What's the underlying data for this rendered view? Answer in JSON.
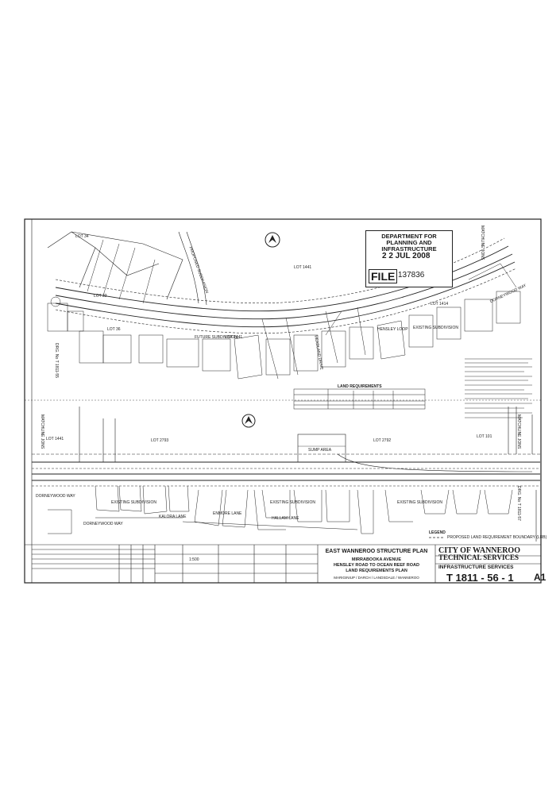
{
  "stamp": {
    "department": "DEPARTMENT FOR PLANNING AND INFRASTRUCTURE",
    "date": "2 2 JUL 2008",
    "file_label": "FILE",
    "file_number": "137836"
  },
  "labels": {
    "lot34": "LOT 34",
    "lot33": "LOT 33",
    "lot36": "LOT 36",
    "lot1441_top": "LOT 1441",
    "lot1414": "LOT 1414",
    "lot1441_mid": "LOT 1441",
    "future_subdivision": "FUTURE SUBDIVISION",
    "proposed_subdivision": "PROPOSED SUBDIVISION",
    "headland_drive": "HEADLAND DRIVE",
    "dorneywood_way_top": "DORNEYWOOD WAY",
    "existing_subdivision_top": "EXISTING SUBDIVISION",
    "hensley_loop": "HENSLEY LOOP",
    "matchline_jons_left": "MATCHLINE JONS",
    "matchline_jons_right": "MATCHLINE JONS",
    "drg_left": "DRG. No T 1811-55",
    "drg_right": "DRG. No T 1811-57",
    "lot2793": "LOT 2793",
    "lot2792": "LOT 2792",
    "lot101": "LOT 101",
    "lot1441_low": "LOT 1441",
    "dorneywood_way_low1": "DORNEYWOOD WAY",
    "dorneywood_way_low2": "DORNEYWOOD WAY",
    "existing_subdivision_1": "EXISTING SUBDIVISION",
    "existing_subdivision_2": "EXISTING SUBDIVISION",
    "existing_subdivision_3": "EXISTING SUBDIVISION",
    "kalora_lane": "KALORA LANE",
    "enmore_lane": "ENMORE LANE",
    "hallam_lane": "HALLAM LANE",
    "sump_area": "SUMP AREA",
    "legend": "LEGEND",
    "legend_item": "PROPOSED LAND REQUIREMENT BOUNDARY (LRB)",
    "land_requirements": "LAND REQUIREMENTS"
  },
  "title_block": {
    "line1": "EAST WANNEROO STRUCTURE PLAN",
    "line2": "MIRRABOOKA AVENUE",
    "line3": "HENSLEY ROAD TO OCEAN REEF ROAD",
    "line4": "LAND REQUIREMENTS PLAN",
    "line5": "MARIGINIUP / DARCH / LANDSDALE / WANNEROO"
  },
  "city_block": {
    "name": "CITY OF WANNEROO",
    "services": "TECHNICAL SERVICES",
    "dept": "INFRASTRUCTURE SERVICES",
    "drawing_no": "T 1811 - 56 - 1",
    "sheet_size": "A1"
  },
  "scale": "1:500"
}
